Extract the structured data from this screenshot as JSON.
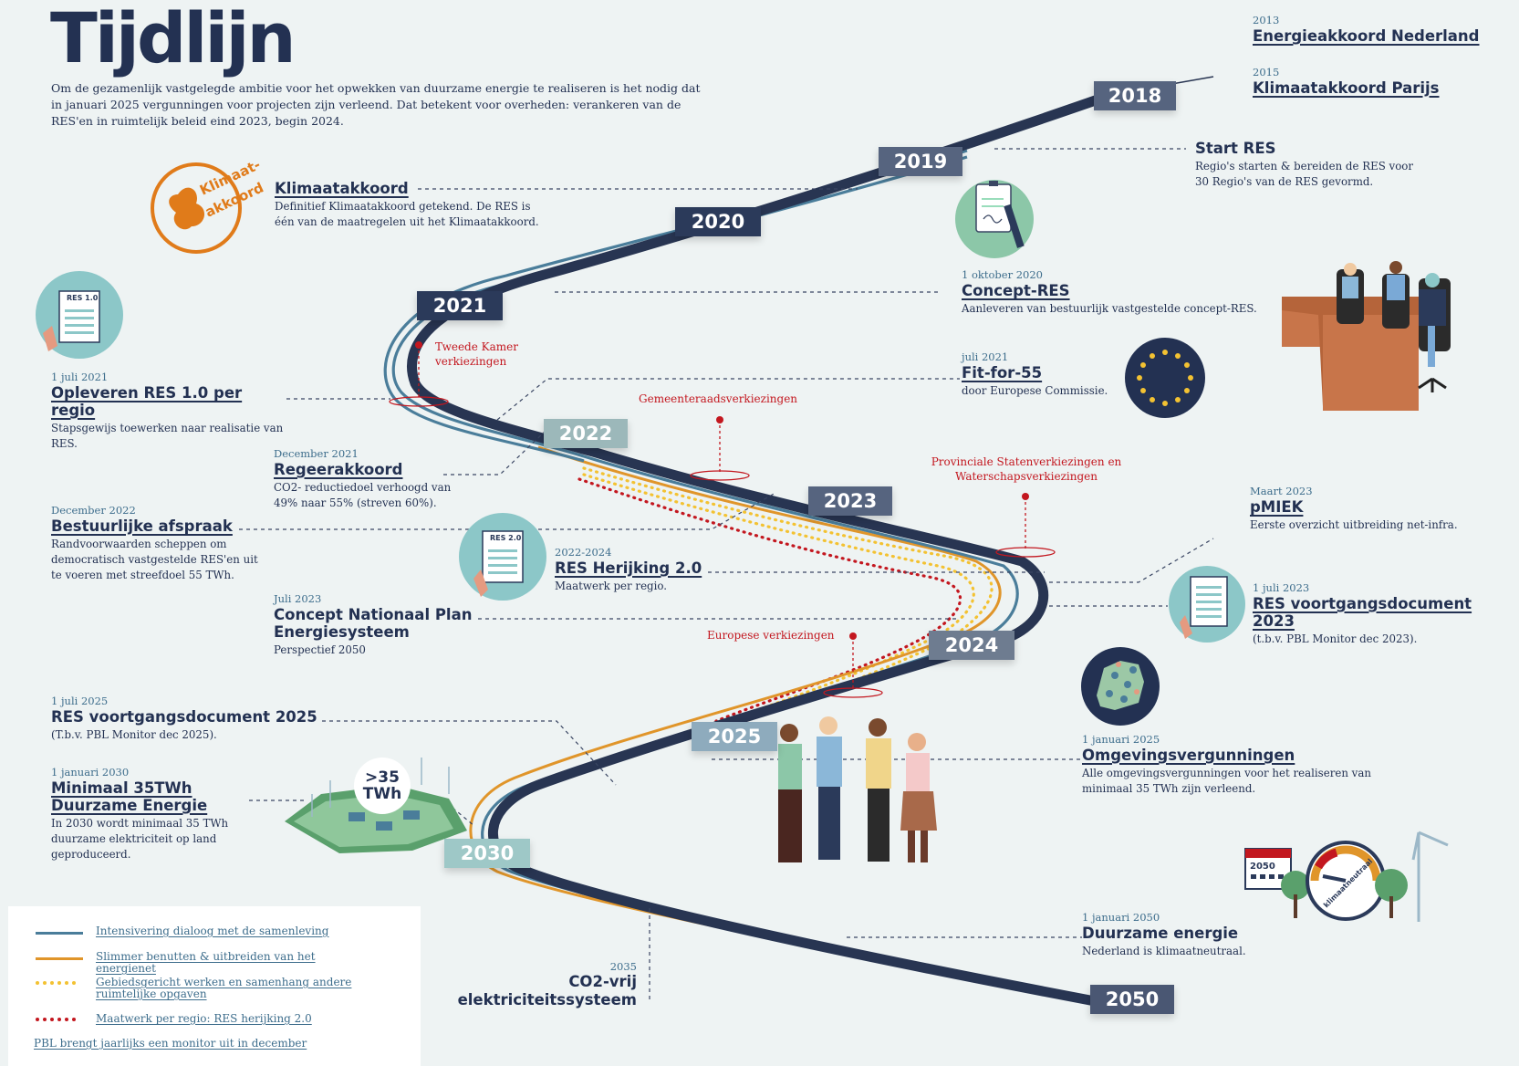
{
  "header": {
    "title": "Tijdlijn",
    "intro": "Om de gezamenlijk vastgelegde ambitie voor het opwekken van duurzame energie te realiseren is het nodig dat in januari 2025 vergunningen voor projecten zijn verleend. Dat betekent voor overheden: verankeren van de RES'en in ruimtelijk beleid eind 2023, begin 2024."
  },
  "colors": {
    "navy": "#283552",
    "blue": "#4a7d9a",
    "orange": "#e0952a",
    "yellow": "#f3c232",
    "red": "#c3171f",
    "teal": "#8cc7c8",
    "year_navy": "#2b3a5a",
    "year_slate": "#56647f",
    "year_grey": "#6e7c90",
    "year_sage": "#9cb8ba",
    "year_lightblue": "#8eabbd",
    "year_teal": "#9ec8c7"
  },
  "years": {
    "y2018": "2018",
    "y2019": "2019",
    "y2020": "2020",
    "y2021": "2021",
    "y2022": "2022",
    "y2023": "2023",
    "y2024": "2024",
    "y2025": "2025",
    "y2030": "2030",
    "y2050": "2050"
  },
  "events": {
    "energieakkoord": {
      "date": "2013",
      "title": "Energieakkoord Nederland"
    },
    "klimaat_parijs": {
      "date": "2015",
      "title": "Klimaatakkoord Parijs"
    },
    "start_res": {
      "title": "Start RES",
      "desc": "Regio's starten & bereiden de RES voor 30 Regio's van de RES gevormd."
    },
    "klimaatakkoord": {
      "title": "Klimaatakkoord",
      "desc": "Definitief Klimaatakkoord getekend. De RES is één van de maatregelen uit het Klimaatakkoord."
    },
    "concept_res": {
      "date": "1 oktober 2020",
      "title": "Concept-RES",
      "desc": "Aanleveren van bestuurlijk vastgestelde concept-RES."
    },
    "fit_for_55": {
      "date": "juli 2021",
      "title": "Fit-for-55",
      "desc": "door Europese Commissie."
    },
    "res10": {
      "date": "1 juli 2021",
      "title": "Opleveren RES 1.0 per regio",
      "desc": "Stapsgewijs toewerken naar realisatie van RES."
    },
    "regeerakkoord": {
      "date": "December 2021",
      "title": "Regeerakkoord",
      "desc": "CO2- reductiedoel verhoogd van 49% naar 55% (streven 60%)."
    },
    "bestuurlijke": {
      "date": "December 2022",
      "title": "Bestuurlijke afspraak",
      "desc": "Randvoorwaarden scheppen om democratisch vastgestelde RES'en uit te voeren met streefdoel 55 TWh."
    },
    "herijking": {
      "date": "2022-2024",
      "title": "RES Herijking 2.0",
      "desc": "Maatwerk per regio."
    },
    "pmiek": {
      "date": "Maart 2023",
      "title": "pMIEK",
      "desc": "Eerste overzicht uitbreiding net-infra."
    },
    "voortgang2023": {
      "date": "1 juli 2023",
      "title": "RES voortgangsdocument 2023",
      "desc": "(t.b.v. PBL Monitor dec 2023)."
    },
    "npe": {
      "date": "Juli 2023",
      "title": "Concept Nationaal Plan Energiesysteem",
      "desc": "Perspectief 2050"
    },
    "voortgang2025": {
      "date": "1 juli 2025",
      "title": "RES voortgangsdocument 2025",
      "desc": "(T.b.v. PBL Monitor dec 2025)."
    },
    "omgeving": {
      "date": "1 januari 2025",
      "title": "Omgevingsvergunningen",
      "desc": "Alle omgevingsvergunningen voor het realiseren van minimaal 35 TWh zijn verleend."
    },
    "minimaal35": {
      "date": "1 januari 2030",
      "title": "Minimaal 35TWh Duurzame Energie",
      "desc": "In 2030 wordt minimaal 35 TWh duurzame elektriciteit op land geproduceerd."
    },
    "co2vrij": {
      "date": "2035",
      "title": "CO2-vrij elektriciteitssysteem"
    },
    "duurzaam": {
      "date": "1 januari 2050",
      "title": "Duurzame energie",
      "desc": "Nederland is klimaatneutraal."
    }
  },
  "elections": {
    "tweede_kamer": "Tweede Kamer verkiezingen",
    "gemeente": "Gemeenteraadsverkiezingen",
    "provinciale": "Provinciale Statenverkiezingen en Waterschapsverkiezingen",
    "europese": "Europese verkiezingen"
  },
  "badges": {
    "klimaat_logo": "Klimaat- akkoord",
    "res10": "RES 1.0",
    "res20": "RES 2.0",
    "twh_top": ">35",
    "twh_bottom": "TWh",
    "cal_year": "2050",
    "gauge_label": "klimaatneutraal"
  },
  "icons": [
    "clipboard-sign-icon",
    "document-icon",
    "eu-flag-icon",
    "netherlands-map-icon",
    "council-illustration",
    "people-illustration",
    "windfarm-illustration",
    "calendar-gauge-illustration"
  ],
  "legend": {
    "items": [
      {
        "label": "Intensivering dialoog met de samenleving",
        "color": "#4a7d9a",
        "style": "solid"
      },
      {
        "label": "Slimmer benutten & uitbreiden van het energienet",
        "color": "#e0952a",
        "style": "solid"
      },
      {
        "label": "Gebiedsgericht werken en samenhang andere ruimtelijke opgaven",
        "color": "#f3c232",
        "style": "dotted"
      },
      {
        "label": "Maatwerk per regio: RES herijking 2.0",
        "color": "#c3171f",
        "style": "dotted"
      }
    ],
    "note": "PBL brengt jaarlijks een monitor uit in december"
  }
}
